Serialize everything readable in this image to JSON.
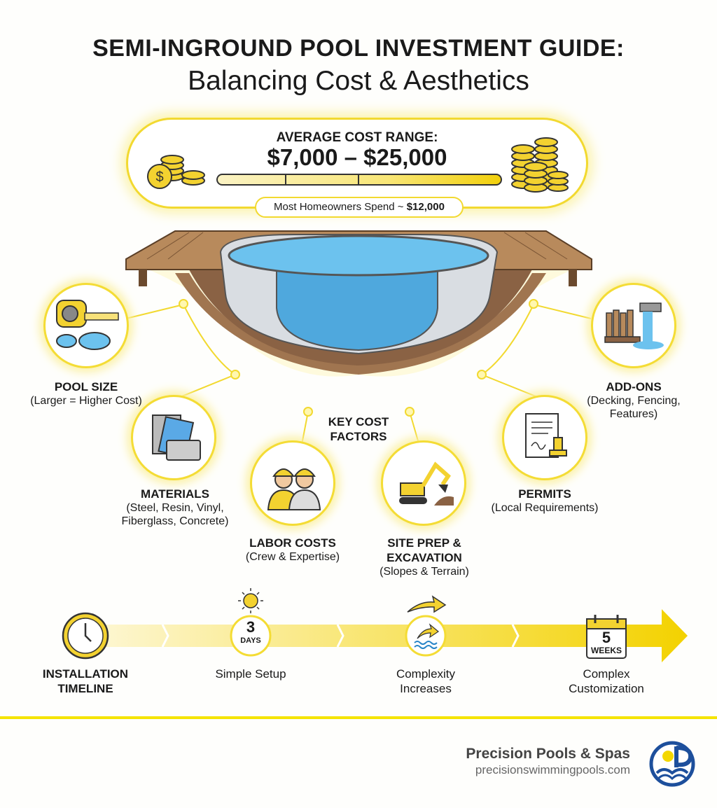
{
  "title": {
    "line1": "SEMI-INGROUND POOL INVESTMENT GUIDE:",
    "line2": "Balancing Cost & Aesthetics"
  },
  "cost": {
    "label": "AVERAGE COST RANGE:",
    "range": "$7,000 – $25,000",
    "callout_prefix": "Most Homeowners Spend ~ ",
    "callout_value": "$12,000"
  },
  "factors": {
    "center_label": "KEY COST FACTORS",
    "items": [
      {
        "title": "POOL SIZE",
        "desc": "(Larger = Higher Cost)",
        "icon": "tape-measure-icon"
      },
      {
        "title": "MATERIALS",
        "desc": "(Steel, Resin, Vinyl, Fiberglass, Concrete)",
        "icon": "material-samples-icon"
      },
      {
        "title": "LABOR COSTS",
        "desc": "(Crew & Expertise)",
        "icon": "workers-icon"
      },
      {
        "title": "SITE PREP & EXCAVATION",
        "desc": "(Slopes & Terrain)",
        "icon": "excavator-icon"
      },
      {
        "title": "PERMITS",
        "desc": "(Local Requirements)",
        "icon": "permit-document-icon"
      },
      {
        "title": "ADD-ONS",
        "desc": "(Decking, Fencing, Features)",
        "icon": "fence-waterfall-icon"
      }
    ]
  },
  "timeline": {
    "title": "INSTALLATION TIMELINE",
    "start_num": "3",
    "start_unit": "DAYS",
    "start_label": "Simple Setup",
    "mid_label": "Complexity Increases",
    "end_num": "5",
    "end_unit": "WEEKS",
    "end_label": "Complex Customization"
  },
  "footer": {
    "brand": "Precision Pools & Spas",
    "url": "precisionswimmingpools.com"
  },
  "colors": {
    "accent": "#f5dc1e",
    "rule": "#f5e400",
    "water": "#5bb4e6",
    "logo_blue": "#1d4f9c"
  }
}
